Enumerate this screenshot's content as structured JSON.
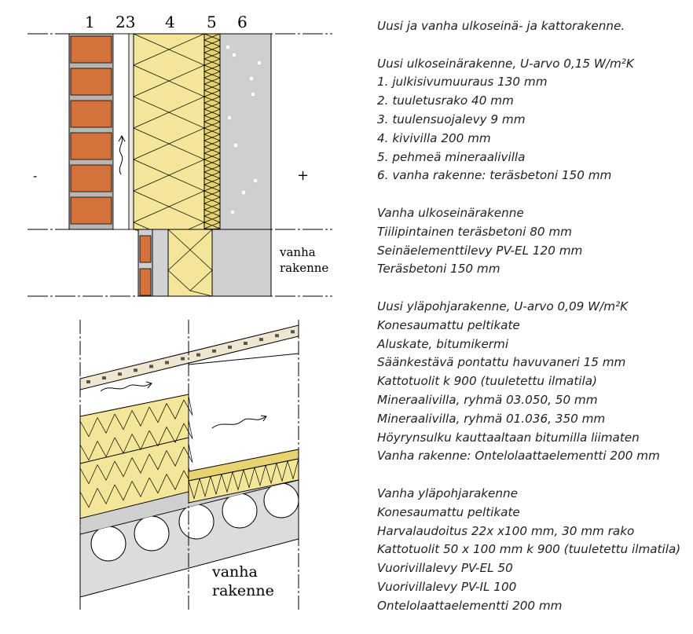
{
  "diagram": {
    "wall_layer_numbers": [
      "1",
      "23",
      "4",
      "5",
      "6"
    ],
    "outside_sign": "-",
    "inside_sign": "+",
    "wall_old_label": [
      "vanha",
      "rakenne"
    ],
    "roof_old_label": [
      "vanha",
      "rakenne"
    ],
    "colors": {
      "brick": "#d4723c",
      "mortar": "#b9b6b2",
      "insulation": "#f3e699",
      "soft_wool": "#e7d470",
      "concrete": "#cfcfd1",
      "slab": "#dcdcdc",
      "sheet": "#efe6d2"
    },
    "icons": [
      "airflow-arrow-icon"
    ]
  },
  "legend": {
    "title": "Uusi ja vanha ulkoseinä- ja kattorakenne.",
    "sections": [
      {
        "heading": "Uusi ulkoseinärakenne, U-arvo 0,15 W/m²K",
        "lines": [
          "1. julkisivumuuraus 130 mm",
          "2. tuuletusrako 40 mm",
          "3. tuulensuojalevy 9 mm",
          "4. kivivilla 200 mm",
          "5. pehmeä mineraalivilla",
          "6. vanha rakenne: teräsbetoni 150 mm"
        ]
      },
      {
        "heading": "Vanha ulkoseinärakenne",
        "lines": [
          "Tiilipintainen teräsbetoni 80 mm",
          "Seinäelementtilevy PV-EL 120 mm",
          "Teräsbetoni 150 mm"
        ]
      },
      {
        "heading": "Uusi yläpohjarakenne, U-arvo 0,09 W/m²K",
        "lines": [
          "Konesaumattu peltikate",
          "Aluskate, bitumikermi",
          "Säänkestävä pontattu havuvaneri 15 mm",
          "Kattotuolit k 900 (tuuletettu ilmatila)",
          "Mineraalivilla, ryhmä 03.050, 50 mm",
          "Mineraalivilla, ryhmä 01.036, 350 mm",
          "Höyrynsulku kauttaaltaan bitumilla liimaten",
          "Vanha rakenne: Ontelolaattaelementti 200 mm"
        ]
      },
      {
        "heading": "Vanha yläpohjarakenne",
        "lines": [
          "Konesaumattu peltikate",
          "Harvalaudoitus 22x x100 mm, 30 mm rako",
          "Kattotuolit 50 x 100 mm k 900 (tuuletettu ilmatila)",
          "Vuorivillalevy PV-EL 50",
          "Vuorivillalevy PV-IL 100",
          "Ontelolaattaelementti 200 mm"
        ]
      }
    ]
  }
}
